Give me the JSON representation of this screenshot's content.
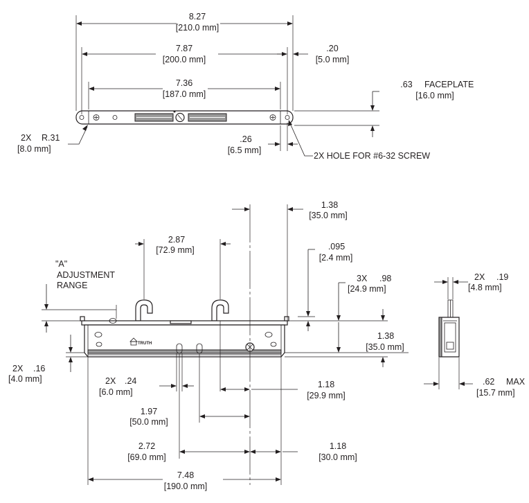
{
  "top_view": {
    "overall_length": {
      "in": "8.27",
      "mm": "[210.0 mm]"
    },
    "hole_spacing": {
      "in": "7.87",
      "mm": "[200.0 mm]"
    },
    "body_length": {
      "in": "7.36",
      "mm": "[187.0 mm]"
    },
    "end_offset": {
      "in": ".20",
      "mm": "[5.0 mm]"
    },
    "faceplate": {
      "in": ".63",
      "label": "FACEPLATE",
      "mm": "[16.0 mm]"
    },
    "radius": {
      "qty": "2X",
      "in": "R.31",
      "mm": "[8.0 mm]"
    },
    "hole_offset": {
      "in": ".26",
      "mm": "[6.5 mm]"
    },
    "hole_note": "2X HOLE FOR #6-32 SCREW"
  },
  "front_view": {
    "adjustment": {
      "line1": "\"A\"",
      "line2": "ADJUSTMENT",
      "line3": "RANGE"
    },
    "hook_spacing": {
      "in": "2.87",
      "mm": "[72.9 mm]"
    },
    "top_right": {
      "in": "1.38",
      "mm": "[35.0 mm]"
    },
    "small_offset": {
      "in": ".095",
      "mm": "[2.4 mm]"
    },
    "height": {
      "qty": "3X",
      "in": ".98",
      "mm": "[24.9 mm]"
    },
    "right_height": {
      "in": "1.38",
      "mm": "[35.0 mm]"
    },
    "flange": {
      "qty": "2X",
      "in": ".16",
      "mm": "[4.0 mm]"
    },
    "slot": {
      "qty": "2X",
      "in": ".24",
      "mm": "[6.0 mm]"
    },
    "hook_center": {
      "in": "1.18",
      "mm": "[29.9 mm]"
    },
    "slot_spacing": {
      "in": "1.97",
      "mm": "[50.0 mm]"
    },
    "slot_to_hub": {
      "in": "2.72",
      "mm": "[69.0 mm]"
    },
    "hub_to_end": {
      "in": "1.18",
      "mm": "[30.0 mm]"
    },
    "overall": {
      "in": "7.48",
      "mm": "[190.0 mm]"
    },
    "logo_text": "TRUTH"
  },
  "side_view": {
    "width": {
      "qty": "2X",
      "in": ".19",
      "mm": "[4.8 mm]"
    },
    "depth": {
      "in": ".62",
      "label": "MAX",
      "mm": "[15.7 mm]"
    }
  }
}
